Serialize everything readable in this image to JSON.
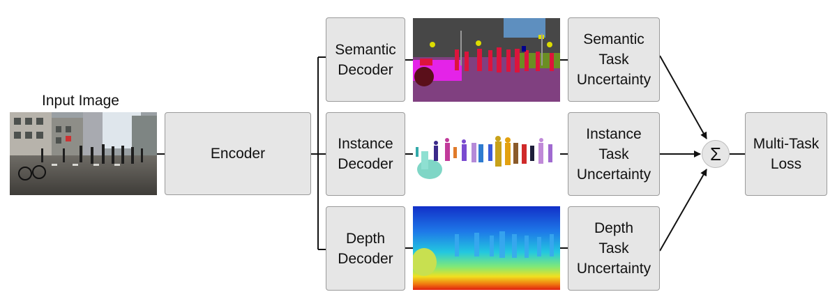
{
  "input_caption": "Input Image",
  "encoder_label": "Encoder",
  "decoders": {
    "semantic": "Semantic\nDecoder",
    "instance": "Instance\nDecoder",
    "depth": "Depth\nDecoder"
  },
  "uncertainties": {
    "semantic": "Semantic\nTask\nUncertainty",
    "instance": "Instance\nTask\nUncertainty",
    "depth": "Depth\nTask\nUncertainty"
  },
  "sum_symbol": "Σ",
  "loss_label": "Multi-Task\nLoss"
}
